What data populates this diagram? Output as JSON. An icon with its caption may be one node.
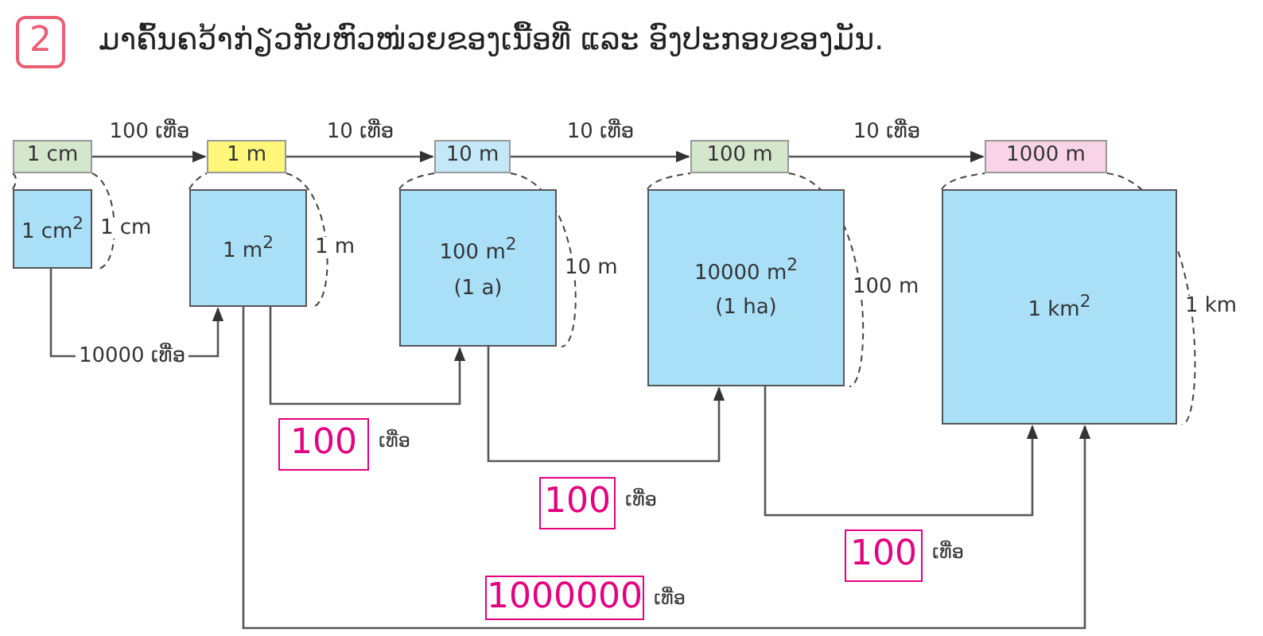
{
  "diagram": {
    "title": "ມາຄົ້ນຄວ້າກ່ຽວກັບຫົວໜ່ວຍຂອງເນື້ອທີ່ ແລະ ອົງປະກອບຂອງມັນ.",
    "nodes": [
      {
        "text": [
          "2"
        ]
      },
      {
        "text": [
          "1 cm"
        ]
      },
      {
        "text": [
          "1 m"
        ]
      },
      {
        "text": [
          "10 m"
        ]
      },
      {
        "text": [
          "100 m"
        ]
      },
      {
        "text": [
          "1000 m"
        ]
      },
      {
        "text": [
          "1 cm$^{2}$"
        ],
        "beside": [
          "1 cm"
        ]
      },
      {
        "text": [
          "1 m$^{2}$"
        ],
        "beside": [
          "1 m"
        ]
      },
      {
        "text": [
          "100 m$^{2}$",
          "(1 a)"
        ],
        "beside": [
          "10 m"
        ]
      },
      {
        "text": [
          "10000 m$^{2}$",
          "(1 ha)"
        ],
        "beside": [
          "100 m"
        ]
      },
      {
        "text": [
          "1 km$^{2}$"
        ],
        "beside": [
          "1 km"
        ]
      },
      {
        "text": [
          "100"
        ],
        "beside": [
          "ເທື່ອ"
        ]
      },
      {
        "text": [
          "100"
        ],
        "beside": [
          "ເທື່ອ"
        ]
      },
      {
        "text": [
          "100"
        ],
        "beside": [
          "ເທື່ອ"
        ]
      },
      {
        "text": [
          "1000000"
        ],
        "beside": [
          "ເທື່ອ"
        ]
      }
    ],
    "edges": [
      {
        "from": 1,
        "to": 2,
        "arrow": "to",
        "label": "100 ເທື່ອ"
      },
      {
        "from": 2,
        "to": 3,
        "arrow": "to",
        "label": "10 ເທື່ອ"
      },
      {
        "from": 3,
        "to": 4,
        "arrow": "to",
        "label": "10 ເທື່ອ"
      },
      {
        "from": 4,
        "to": 5,
        "arrow": "to",
        "label": "10 ເທື່ອ"
      },
      {
        "from": 6,
        "to": 7,
        "arrow": "to",
        "label": "10000 ເທື່ອ"
      },
      {
        "from": 7,
        "to": 8,
        "arrow": "to"
      },
      {
        "from": 8,
        "to": 9,
        "arrow": "to"
      },
      {
        "from": 9,
        "to": 10,
        "arrow": "to"
      },
      {
        "from": 7,
        "to": 10,
        "arrow": "to"
      }
    ]
  }
}
